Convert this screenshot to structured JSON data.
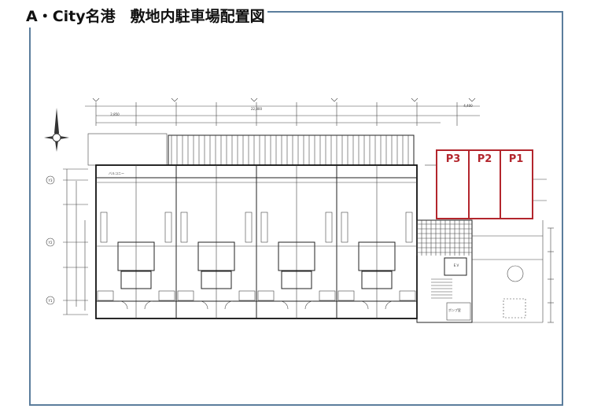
{
  "title": "A・City名港　敷地内駐車場配置図",
  "frame_color": "#5b7d9c",
  "parking": {
    "color": "#b3262d",
    "spaces": [
      "P3",
      "P2",
      "P1"
    ]
  },
  "drawing": {
    "overall_dimension": "22,800",
    "right_dimension": "4,400",
    "unit_dimension": "2,850",
    "room_label": "バルコニー",
    "ev_label": "E.V",
    "pump_room_label": "ポンプ室",
    "grid_labels": [
      "Y3",
      "Y2",
      "Y1"
    ]
  }
}
